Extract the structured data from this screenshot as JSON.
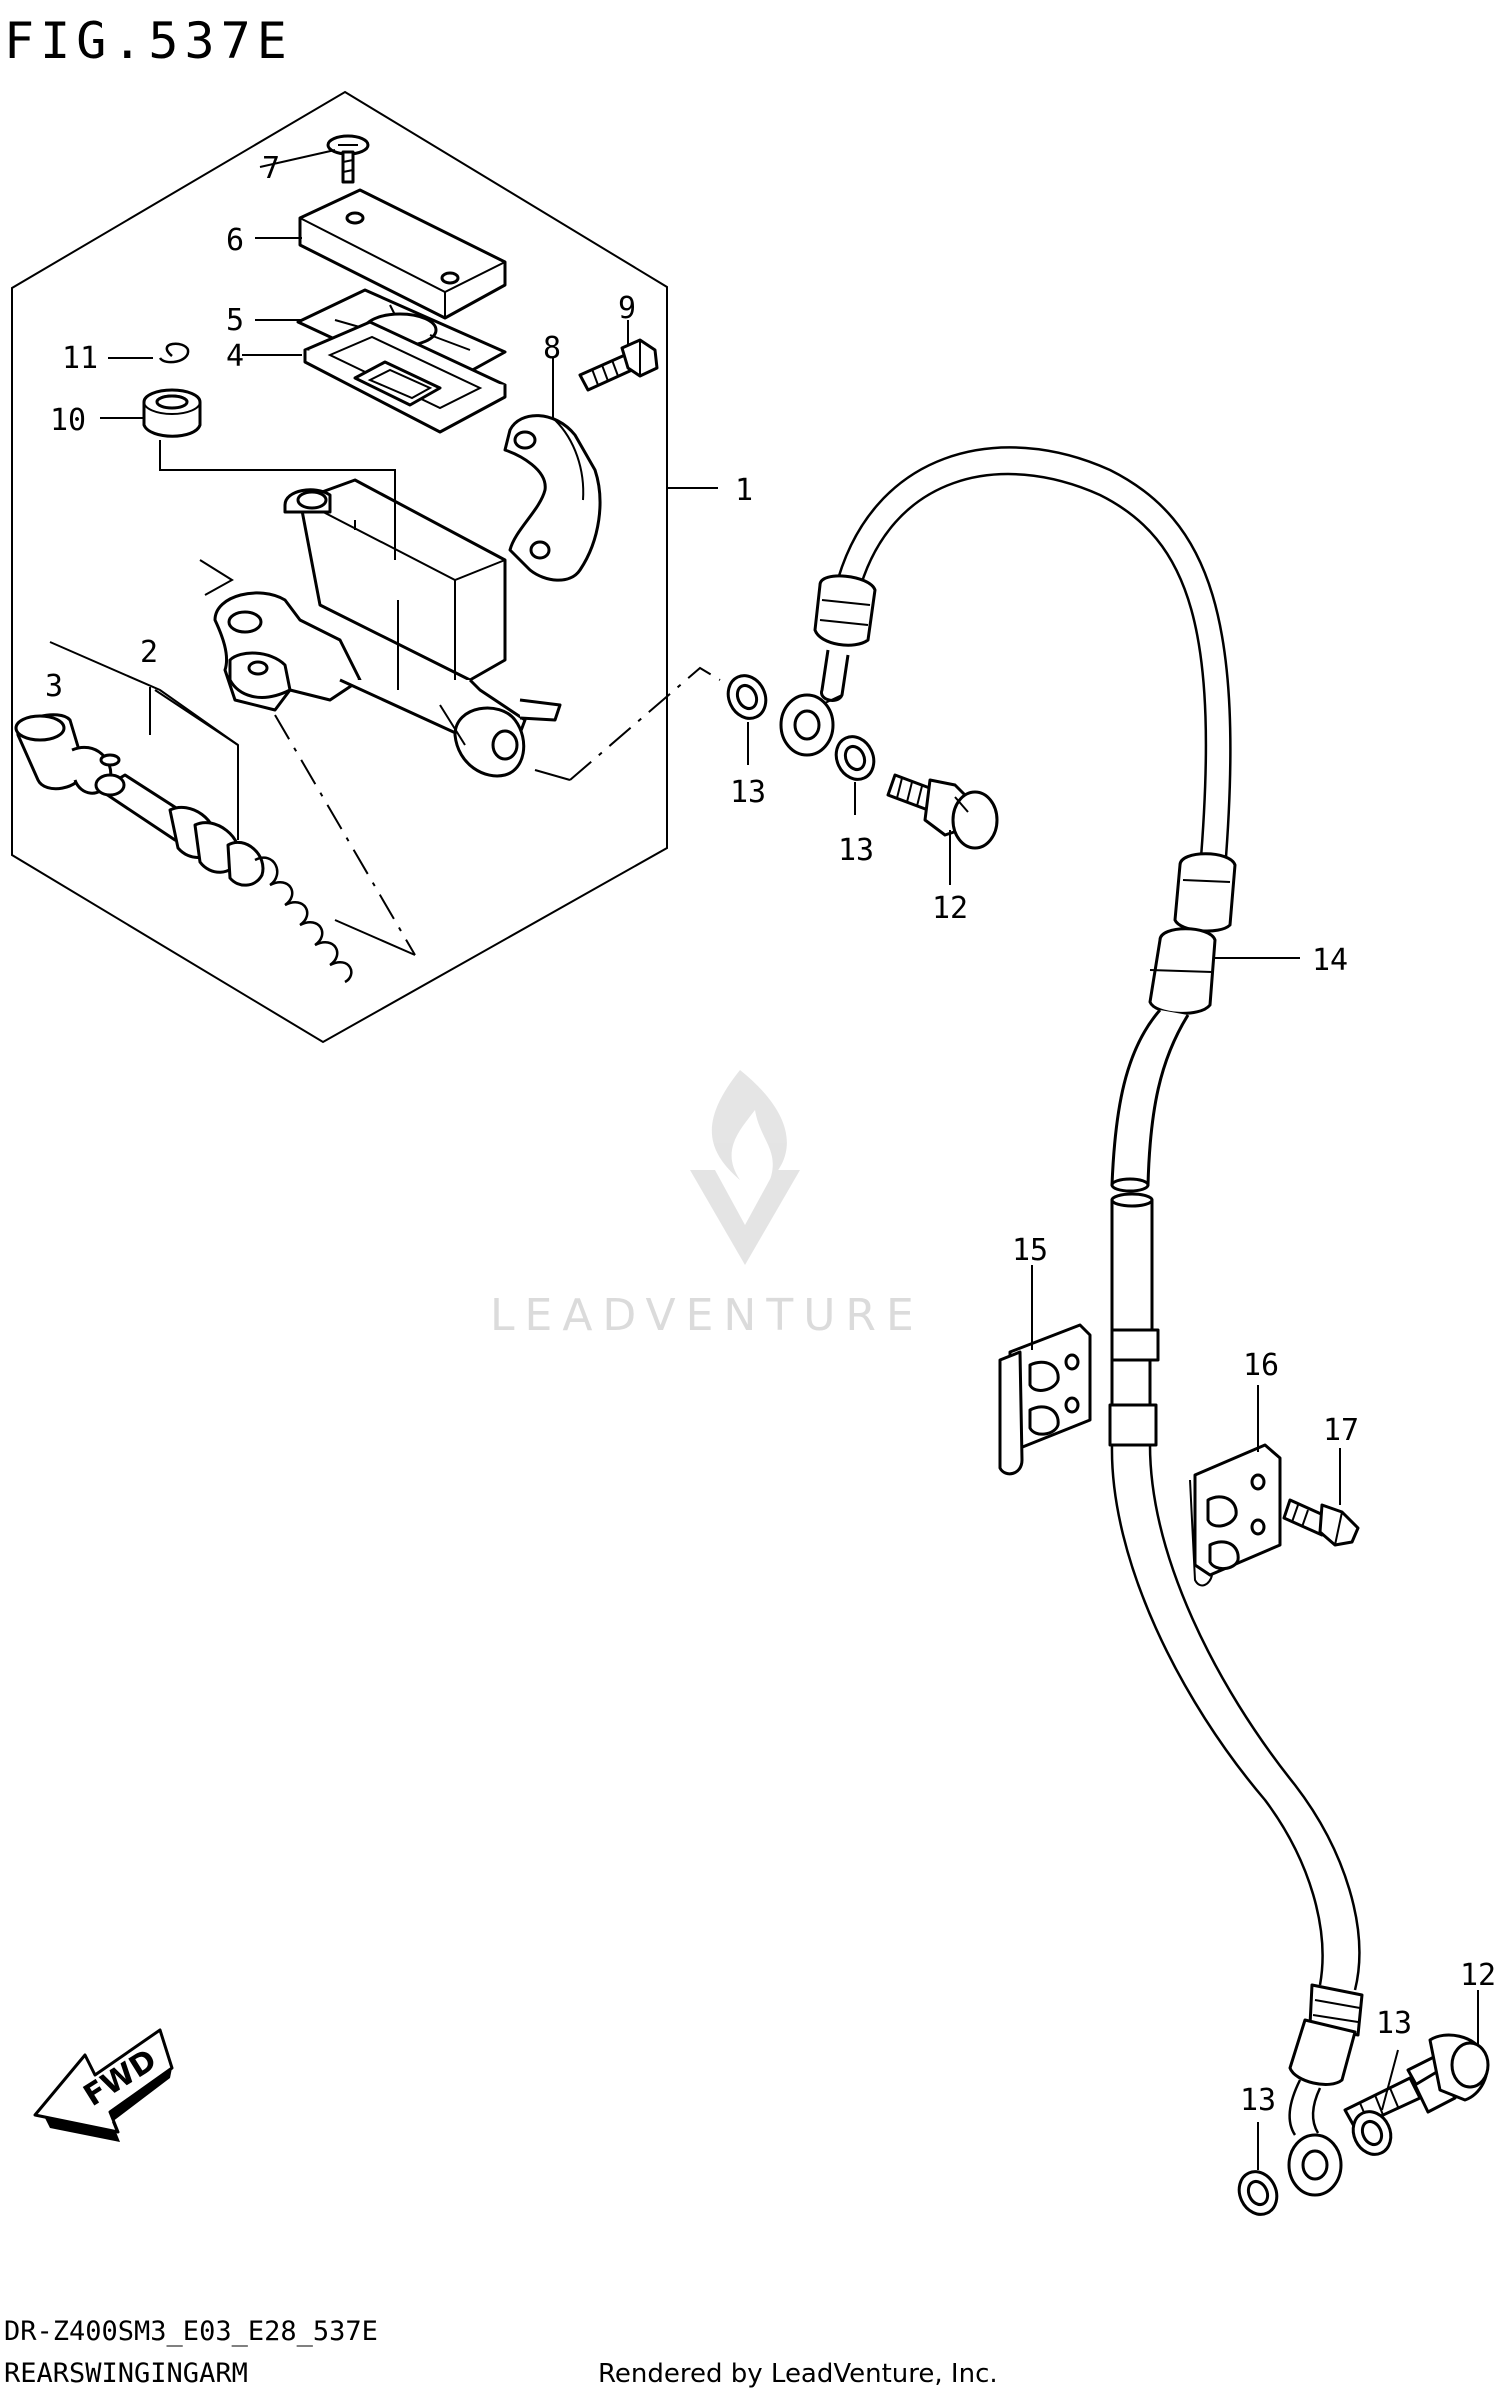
{
  "title": "FIG.537E",
  "footer": {
    "model_code": "DR-Z400SM3_E03_E28_537E",
    "section_name": "REARSWINGINGARM",
    "rendered_by": "Rendered by LeadVenture, Inc."
  },
  "watermark": "LEADVENTURE",
  "fwd_arrow_label": "FWD",
  "callouts": {
    "c1": "1",
    "c2": "2",
    "c3": "3",
    "c4": "4",
    "c5": "5",
    "c6": "6",
    "c7": "7",
    "c8": "8",
    "c9": "9",
    "c10": "10",
    "c11": "11",
    "c12a": "12",
    "c12b": "12",
    "c13a": "13",
    "c13b": "13",
    "c13c": "13",
    "c13d": "13",
    "c14": "14",
    "c15": "15",
    "c16": "16",
    "c17": "17"
  }
}
